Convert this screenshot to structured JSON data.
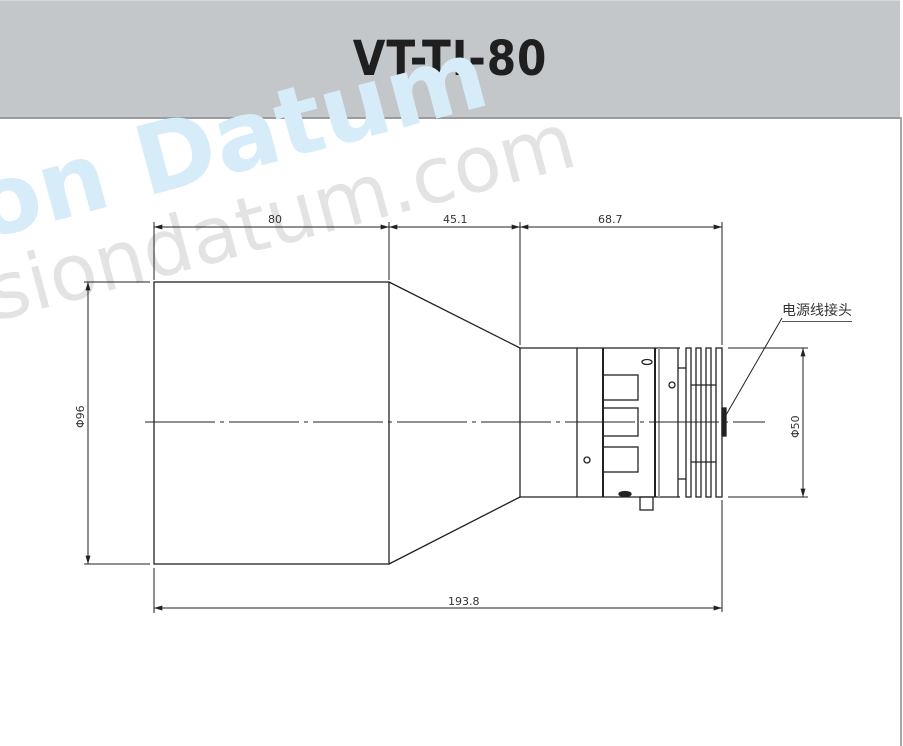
{
  "header": {
    "title": "VT-TI-80"
  },
  "watermark": {
    "brand_text": "on Datum",
    "url_text": "isiondatum.com",
    "brand_color": "#d6ecf8",
    "url_color": "#e3e3e3"
  },
  "drawing": {
    "dimensions": {
      "front_length": "80",
      "taper_length": "45.1",
      "rear_length": "68.7",
      "total_length": "193.8",
      "front_diameter": "Φ96",
      "rear_diameter": "Φ50"
    },
    "callout": {
      "power_connector_label": "电源线接头"
    }
  }
}
